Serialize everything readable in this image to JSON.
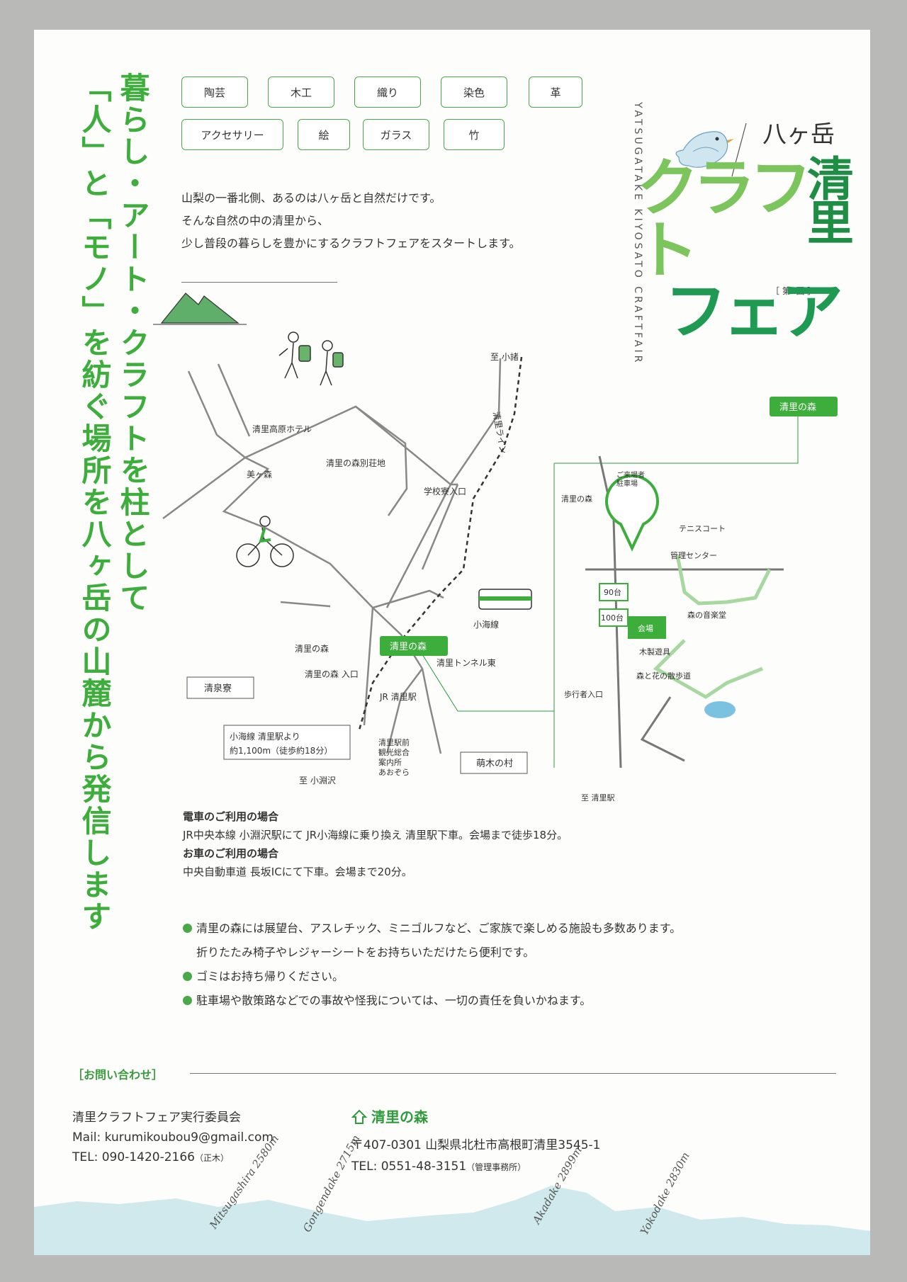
{
  "slogan": {
    "lines": [
      "暮らし・アート・クラフトを柱として",
      "「人」と「モノ」を紡ぐ場所を八ヶ岳の山麓から発信します"
    ]
  },
  "categories": [
    "陶芸",
    "木工",
    "織り",
    "染色",
    "革",
    "アクセサリー",
    "絵",
    "ガラス",
    "竹"
  ],
  "intro": [
    "山梨の一番北側、あるのは八ヶ岳と自然だけです。",
    "そんな自然の中の清里から、",
    "少し普段の暮らしを豊かにするクラフトフェアをスタートします。"
  ],
  "title": {
    "english": "YATSUGATAKE KIYOSATO CRAFTFAIR",
    "yatsugatake": "八ヶ岳",
    "kiyosato": "清里",
    "craft": "クラフト",
    "fair": "フェア",
    "edition": "［ 第1回 ］"
  },
  "map": {
    "places": {
      "komoro": "至 小諸",
      "kiyosato_line": "清里ライン",
      "hotel": "清里高原ホテル",
      "bessouchi": "清里の森別荘地",
      "migamori": "美ヶ森",
      "gakkouryo": "学校寮入口",
      "koumi_line": "小海線",
      "kiyosato_no_mori_badge": "清里の森",
      "mori_signal": "清里の森",
      "mori_entrance": "清里の森 入口",
      "tunnel_east": "清里トンネル東",
      "seisenryo": "清泉寮",
      "jr_station": "JR\n清里駅",
      "walk_note_1": "小海線 清里駅より",
      "walk_note_2": "約1,100m（徒歩約18分）",
      "kobuchizawa": "至 小淵沢",
      "tourist_info_1": "清里駅前",
      "tourist_info_2": "観光総合",
      "tourist_info_3": "案内所",
      "tourist_info_4": "あおぞら",
      "moegi": "萌木の村"
    },
    "detail": {
      "badge": "清里の森",
      "parking_1": "ご来場者",
      "parking_2": "駐車場",
      "mori_signal": "清里の森",
      "tennis": "テニスコート",
      "lot_90": "90台",
      "lot_100": "100台",
      "kanri": "管理センター",
      "venue": "会場",
      "ongakudo": "森の音楽堂",
      "mokusei": "木製遊具",
      "sanpo": "森と花の散歩道",
      "pedestrian": "歩行者入口",
      "to_station": "至 清里駅"
    }
  },
  "access": {
    "train_heading": "電車のご利用の場合",
    "train_text": "JR中央本線 小淵沢駅にて JR小海線に乗り換え 清里駅下車。会場まで徒歩18分。",
    "car_heading": "お車のご利用の場合",
    "car_text": "中央自動車道 長坂ICにて下車。会場まで20分。"
  },
  "notes": [
    "清里の森には展望台、アスレチック、ミニゴルフなど、ご家族で楽しめる施設も多数あります。",
    "折りたたみ椅子やレジャーシートをお持ちいただけたら便利です。",
    "ゴミはお持ち帰りください。",
    "駐車場や散策路などでの事故や怪我については、一切の責任を負いかねます。"
  ],
  "contact": {
    "label": "［お問い合わせ］",
    "org": "清里クラフトフェア実行委員会",
    "mail": "Mail: kurumikoubou9@gmail.com",
    "tel": "TEL: 090-1420-2166",
    "tel_note": "（正木）",
    "forest_name": "清里の森",
    "address": "〒407-0301 山梨県北杜市高根町清里3545-1",
    "forest_tel": "TEL: 0551-48-3151",
    "forest_tel_note": "（管理事務所）"
  },
  "mountains": [
    {
      "name": "Mitsugashira",
      "height": "2580m"
    },
    {
      "name": "Gongendake",
      "height": "2715m"
    },
    {
      "name": "Akadake",
      "height": "2899m"
    },
    {
      "name": "Yokodake",
      "height": "2830m"
    }
  ],
  "colors": {
    "green": "#3dae3c",
    "dark_green": "#1e8e44",
    "mountain_blue": "#cfe9ec"
  }
}
